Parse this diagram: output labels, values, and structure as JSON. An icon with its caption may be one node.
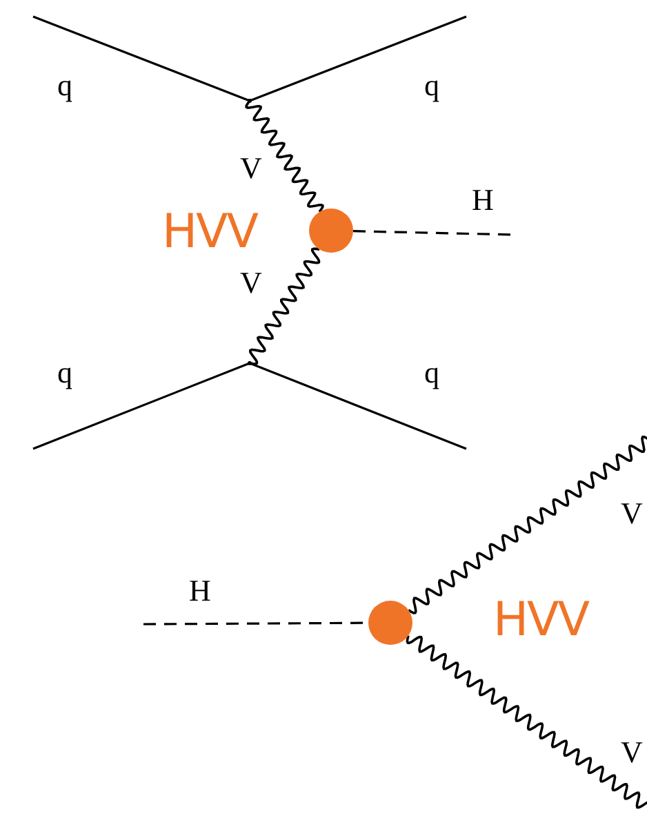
{
  "diagram": {
    "nodes": [
      {
        "text": [],
        "shape": "point"
      },
      {
        "text": [],
        "shape": "circle",
        "beside": [
          "HVV"
        ]
      },
      {
        "text": [],
        "shape": "point"
      },
      {
        "text": [],
        "shape": "circle",
        "beside": [
          "HVV"
        ]
      }
    ],
    "edges": [
      {
        "from": null,
        "to": 0,
        "arrow": "none"
      },
      {
        "from": 0,
        "to": null,
        "arrow": "none"
      },
      {
        "from": 0,
        "to": 1,
        "arrow": "none"
      },
      {
        "from": 1,
        "to": null,
        "arrow": "none",
        "style": "dashed"
      },
      {
        "from": 2,
        "to": 1,
        "arrow": "none"
      },
      {
        "from": null,
        "to": 2,
        "arrow": "none"
      },
      {
        "from": 2,
        "to": null,
        "arrow": "none"
      },
      {
        "from": null,
        "to": 3,
        "arrow": "none",
        "style": "dashed"
      },
      {
        "from": 3,
        "to": null,
        "arrow": "none"
      },
      {
        "from": 3,
        "to": null,
        "arrow": "none"
      }
    ],
    "labels": [
      "q",
      "q",
      "V",
      "H",
      "V",
      "q",
      "q",
      "H",
      "V",
      "V"
    ]
  }
}
